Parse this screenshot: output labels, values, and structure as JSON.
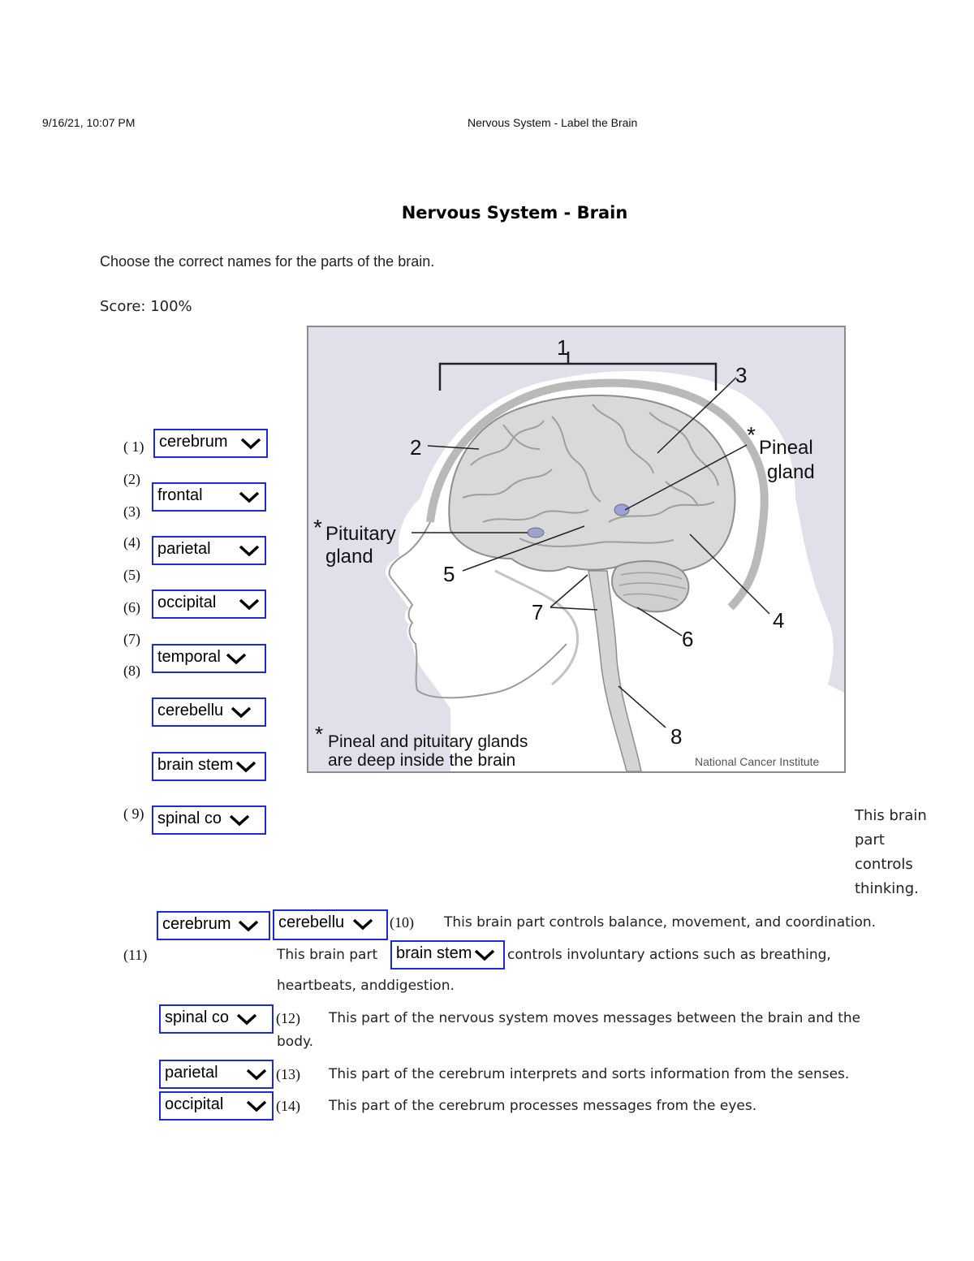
{
  "header": {
    "timestamp": "9/16/21, 10:07 PM",
    "page_title": "Nervous System - Label the Brain"
  },
  "main": {
    "title": "Nervous System - Brain",
    "instructions": "Choose the correct names for the parts of the brain.",
    "score": "Score: 100%"
  },
  "diagram": {
    "labels": {
      "n1": "1",
      "n2": "2",
      "n3": "3",
      "n4": "4",
      "n5": "5",
      "n6": "6",
      "n7": "7",
      "n8": "8",
      "pineal_line1": "Pineal",
      "pineal_line2": "gland",
      "pituitary_line1": "Pituitary",
      "pituitary_line2": "gland",
      "asterisk": "*",
      "note_line1": "Pineal and pituitary glands",
      "note_line2": "are deep inside the brain",
      "credit": "National Cancer Institute"
    }
  },
  "part1": {
    "numbers": [
      "( 1)",
      "(2)",
      "(3)",
      "(4)",
      "(5)",
      "(6)",
      "(7)",
      "(8)",
      "( 9)"
    ],
    "answers": [
      "cerebrum",
      "frontal",
      "parietal",
      "occipital",
      "temporal",
      "cerebellu",
      "brain stem",
      "spinal co"
    ]
  },
  "part2": {
    "side_note": [
      "This brain",
      "part",
      "controls",
      "thinking."
    ],
    "q10": {
      "answer_a": "cerebrum",
      "answer_b": "cerebellu",
      "number": "(10)",
      "text": "This brain part controls balance, movement, and coordination."
    },
    "q11": {
      "number": "(11)",
      "text_before": "This brain part",
      "answer": "brain stem",
      "text_after": "controls involuntary actions such as breathing,",
      "text_line2": "heartbeats, anddigestion."
    },
    "q12": {
      "answer": "spinal co",
      "number": "(12)",
      "text": "This part of the nervous system moves messages between the brain and the",
      "text_line2": "body."
    },
    "q13": {
      "answer": "parietal",
      "number": "(13)",
      "text": "This part of the cerebrum interprets and sorts information from the senses."
    },
    "q14": {
      "answer": "occipital",
      "number": "(14)",
      "text": "This part of the cerebrum processes messages from the eyes."
    }
  },
  "colors": {
    "select_border": "#1d2bd6",
    "figure_background": "#dfe0ea"
  }
}
